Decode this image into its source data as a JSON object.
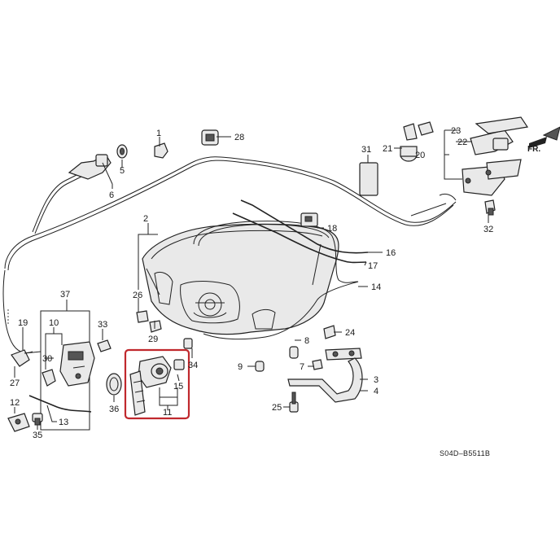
{
  "diagram": {
    "callouts": [
      {
        "id": "c1",
        "text": "1"
      },
      {
        "id": "c28",
        "text": "28"
      },
      {
        "id": "c5",
        "text": "5"
      },
      {
        "id": "c6",
        "text": "6"
      },
      {
        "id": "c2",
        "text": "2"
      },
      {
        "id": "c31",
        "text": "31"
      },
      {
        "id": "c21",
        "text": "21"
      },
      {
        "id": "c20",
        "text": "20"
      },
      {
        "id": "c23",
        "text": "23"
      },
      {
        "id": "c22",
        "text": "22"
      },
      {
        "id": "c18",
        "text": "18"
      },
      {
        "id": "c32",
        "text": "32"
      },
      {
        "id": "c16",
        "text": "16"
      },
      {
        "id": "c17",
        "text": "17"
      },
      {
        "id": "c14",
        "text": "14"
      },
      {
        "id": "c37",
        "text": "37"
      },
      {
        "id": "c26",
        "text": "26"
      },
      {
        "id": "c19",
        "text": "19"
      },
      {
        "id": "c10",
        "text": "10"
      },
      {
        "id": "c33",
        "text": "33"
      },
      {
        "id": "c29",
        "text": "29"
      },
      {
        "id": "c24",
        "text": "24"
      },
      {
        "id": "c30",
        "text": "30"
      },
      {
        "id": "c34",
        "text": "34"
      },
      {
        "id": "c8",
        "text": "8"
      },
      {
        "id": "c27",
        "text": "27"
      },
      {
        "id": "c9",
        "text": "9"
      },
      {
        "id": "c7",
        "text": "7"
      },
      {
        "id": "c15",
        "text": "15"
      },
      {
        "id": "c3",
        "text": "3"
      },
      {
        "id": "c4",
        "text": "4"
      },
      {
        "id": "c12",
        "text": "12"
      },
      {
        "id": "c36",
        "text": "36"
      },
      {
        "id": "c11",
        "text": "11"
      },
      {
        "id": "c13",
        "text": "13"
      },
      {
        "id": "c25",
        "text": "25"
      },
      {
        "id": "c35",
        "text": "35"
      }
    ],
    "direction_label": "FR.",
    "diagram_code": "S04D–B5511B",
    "highlight_color": "#c0282d"
  }
}
